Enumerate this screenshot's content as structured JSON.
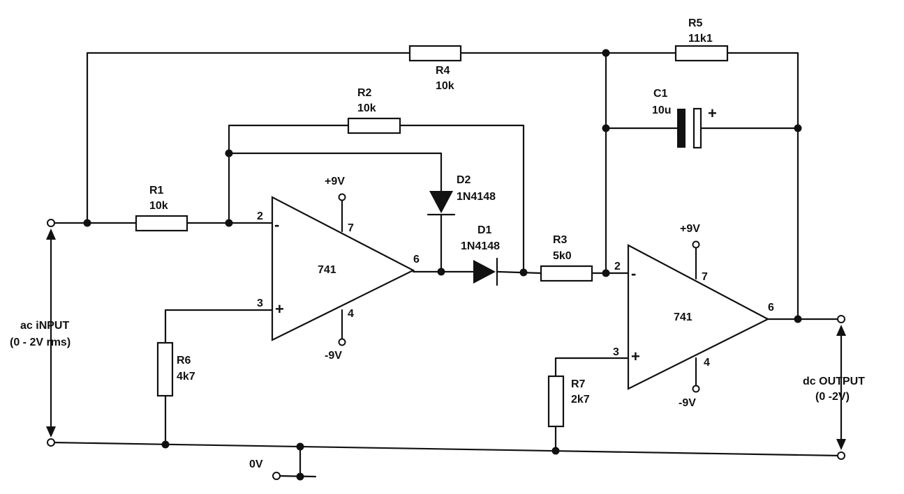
{
  "input": {
    "label": "ac iNPUT",
    "range": "(0 - 2V rms)"
  },
  "output": {
    "label": "dc OUTPUT",
    "range": "(0 -2V)"
  },
  "ground": {
    "label": "0V"
  },
  "resistors": {
    "r1": {
      "name": "R1",
      "value": "10k"
    },
    "r2": {
      "name": "R2",
      "value": "10k"
    },
    "r3": {
      "name": "R3",
      "value": "5k0"
    },
    "r4": {
      "name": "R4",
      "value": "10k"
    },
    "r5": {
      "name": "R5",
      "value": "11k1"
    },
    "r6": {
      "name": "R6",
      "value": "4k7"
    },
    "r7": {
      "name": "R7",
      "value": "2k7"
    }
  },
  "capacitor": {
    "name": "C1",
    "value": "10u",
    "polarity": "+"
  },
  "diodes": {
    "d1": {
      "name": "D1",
      "part": "1N4148"
    },
    "d2": {
      "name": "D2",
      "part": "1N4148"
    }
  },
  "opamp1": {
    "part": "741",
    "pin_inv": "2",
    "pin_noninv": "3",
    "pin_out": "6",
    "pin_vpos": "7",
    "pin_vneg": "4",
    "vpos": "+9V",
    "vneg": "-9V",
    "inv_sign": "-",
    "noninv_sign": "+"
  },
  "opamp2": {
    "part": "741",
    "pin_inv": "2",
    "pin_noninv": "3",
    "pin_out": "6",
    "pin_vpos": "7",
    "pin_vneg": "4",
    "vpos": "+9V",
    "vneg": "-9V",
    "inv_sign": "-",
    "noninv_sign": "+"
  }
}
